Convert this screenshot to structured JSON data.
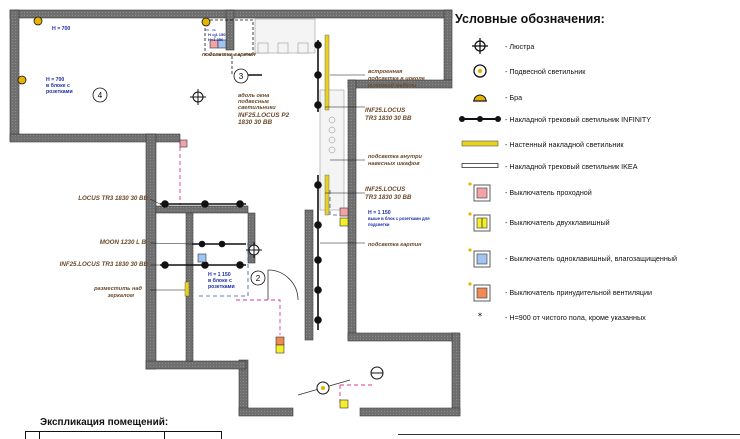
{
  "legend": {
    "title": "Условные обозначения:",
    "items": [
      {
        "key": "chandelier",
        "label": "- Люстра"
      },
      {
        "key": "pendant",
        "label": "- Подвесной светильник"
      },
      {
        "key": "sconce",
        "label": "- Бра"
      },
      {
        "key": "infinity_track",
        "label": "- Накладной трековый светильник INFINITY"
      },
      {
        "key": "wall_surface",
        "label": "- Настенный накладной светильник"
      },
      {
        "key": "ikea_track",
        "label": "- Накладной трековый светильник IKEA"
      },
      {
        "key": "switch_pass",
        "label": "- Выключатель проходной"
      },
      {
        "key": "switch_double",
        "label": "- Выключатель двухклавишный"
      },
      {
        "key": "switch_single_wp",
        "label": "- Выключатель одноклавишный, влагозащищенный"
      },
      {
        "key": "switch_vent",
        "label": "- Выключатель принудительной вентиляции"
      },
      {
        "key": "height_note",
        "label": "- Н=900 от чистого пола, кроме указанных"
      }
    ],
    "colors": {
      "switch_pass": "#f2a3a8",
      "switch_double": "#f4ee2b",
      "switch_single_wp": "#9fc5f0",
      "switch_vent": "#f08a55",
      "marker": "#e6b400"
    }
  },
  "plan": {
    "rooms": [
      "4",
      "3",
      "2"
    ],
    "annotations": {
      "h700_top": "Н = 700",
      "h700_left_1": "Н = 700",
      "h700_left_2": "в блоке с",
      "h700_left_3": "розетками",
      "h1150_1": "Н = 1 150",
      "h1150_2": "в блоке с",
      "h1150_3": "розетками",
      "h1150_right_1": "Н = 1 150",
      "h1150_right_2": "выше в блок с розетками для",
      "h1150_right_3": "подсветки",
      "h_small_1": "Н = 1 150",
      "h_small_2": "Н=1 350"
    },
    "labels": {
      "podsvetka_kartin_top": "подсветка картин",
      "vdol_okna_1": "вдоль окна",
      "vdol_okna_2": "подвесные",
      "vdol_okna_3": "светильники",
      "vdol_okna_4": "INF25.LOCUS P2",
      "vdol_okna_5": "1830 30 BB",
      "kitchen_1": "встроенная",
      "kitchen_2": "подсветка в цоколе",
      "kitchen_3": "кухонной мебели",
      "inf_locus_top_1": "INF25.LOCUS",
      "inf_locus_top_2": "TR3 1830 30 BB",
      "podsvetka_shkafov_1": "подсветка внутри",
      "podsvetka_shkafov_2": "навесных шкафов",
      "inf_locus_mid_1": "INF25.LOCUS",
      "inf_locus_mid_2": "TR3 1830 30 BB",
      "podsvetka_kartin_right": "подсветка картин",
      "locus_tr3": "LOCUS TR3 1830 30 BB",
      "moon": "MOON 1230 L B",
      "inf_locus_left": "INF25.LOCUS TR3 1830 30 BB",
      "razmestit_1": "разместить над",
      "razmestit_2": "зеркалом"
    }
  },
  "explication": {
    "title": "Экспликация помещений:"
  }
}
